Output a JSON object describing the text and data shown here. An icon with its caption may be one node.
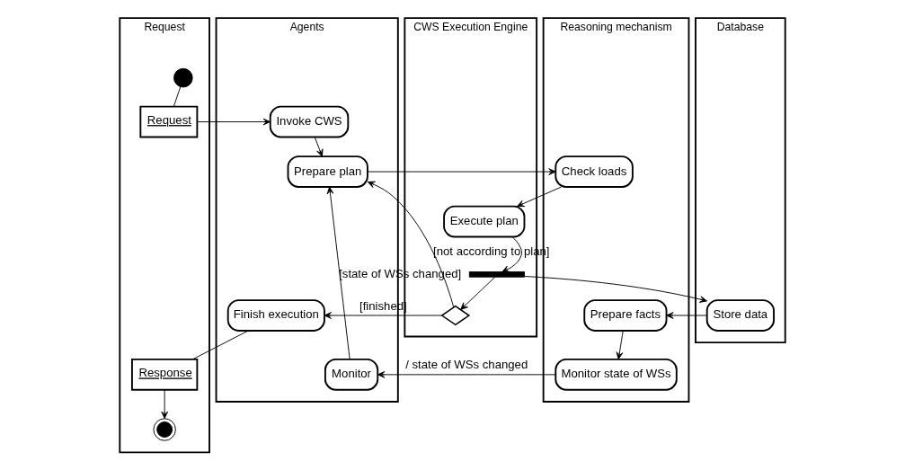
{
  "diagram": {
    "nodes": [
      {
        "text": [
          "Request"
        ]
      },
      {
        "text": [
          "Agents"
        ]
      },
      {
        "text": [
          "CWS Execution Engine"
        ]
      },
      {
        "text": [
          "Database"
        ]
      },
      {
        "text": [
          "Reasoning mechanism"
        ]
      },
      {
        "text": [],
        "shape": "circle",
        "in": 0
      },
      {
        "text": [
          "Request"
        ],
        "in": 0
      },
      {
        "text": [
          "Invoke CWS"
        ],
        "in": 1
      },
      {
        "text": [
          "Prepare plan"
        ],
        "in": 1
      },
      {
        "text": [
          "Check loads"
        ],
        "in": 4
      },
      {
        "text": [
          "Execute plan"
        ],
        "in": 2
      },
      {
        "text": [],
        "shape": "bar",
        "in": 2
      },
      {
        "text": [
          "Store data"
        ],
        "in": 3
      },
      {
        "text": [
          "Prepare facts"
        ],
        "in": 4
      },
      {
        "text": [
          "Monitor state of WSs"
        ],
        "in": 4
      },
      {
        "text": [
          "Monitor"
        ],
        "in": 1
      },
      {
        "text": [
          "Finish execution"
        ],
        "in": 1
      },
      {
        "text": [],
        "shape": "diamond",
        "in": 2
      },
      {
        "text": [
          "Response"
        ],
        "in": 0
      },
      {
        "text": [],
        "shape": "circle",
        "in": 0
      }
    ],
    "edges": [
      {
        "from": 5,
        "to": 6,
        "arrow": "none"
      },
      {
        "from": 6,
        "to": 7,
        "arrow": "to"
      },
      {
        "from": 7,
        "to": 8,
        "arrow": "to"
      },
      {
        "from": 8,
        "to": 9,
        "arrow": "to"
      },
      {
        "from": 9,
        "to": 10,
        "arrow": "to"
      },
      {
        "from": 10,
        "to": 11,
        "arrow": "to"
      },
      {
        "from": 11,
        "to": 12,
        "arrow": "to"
      },
      {
        "from": 12,
        "to": 13,
        "arrow": "to"
      },
      {
        "from": 13,
        "to": 14,
        "arrow": "to"
      },
      {
        "from": 14,
        "to": 15,
        "arrow": "to",
        "label": "/ state of WSs changed"
      },
      {
        "from": 15,
        "to": 8,
        "arrow": "to",
        "label": "[state of WSs changed]"
      },
      {
        "from": 11,
        "to": 17,
        "arrow": "to"
      },
      {
        "from": 17,
        "to": 8,
        "arrow": "to",
        "label": "[not according to plan]"
      },
      {
        "from": 17,
        "to": 16,
        "arrow": "to",
        "label": "[finished]"
      },
      {
        "from": 16,
        "to": 18,
        "arrow": "none"
      },
      {
        "from": 18,
        "to": 19,
        "arrow": "to"
      }
    ]
  }
}
